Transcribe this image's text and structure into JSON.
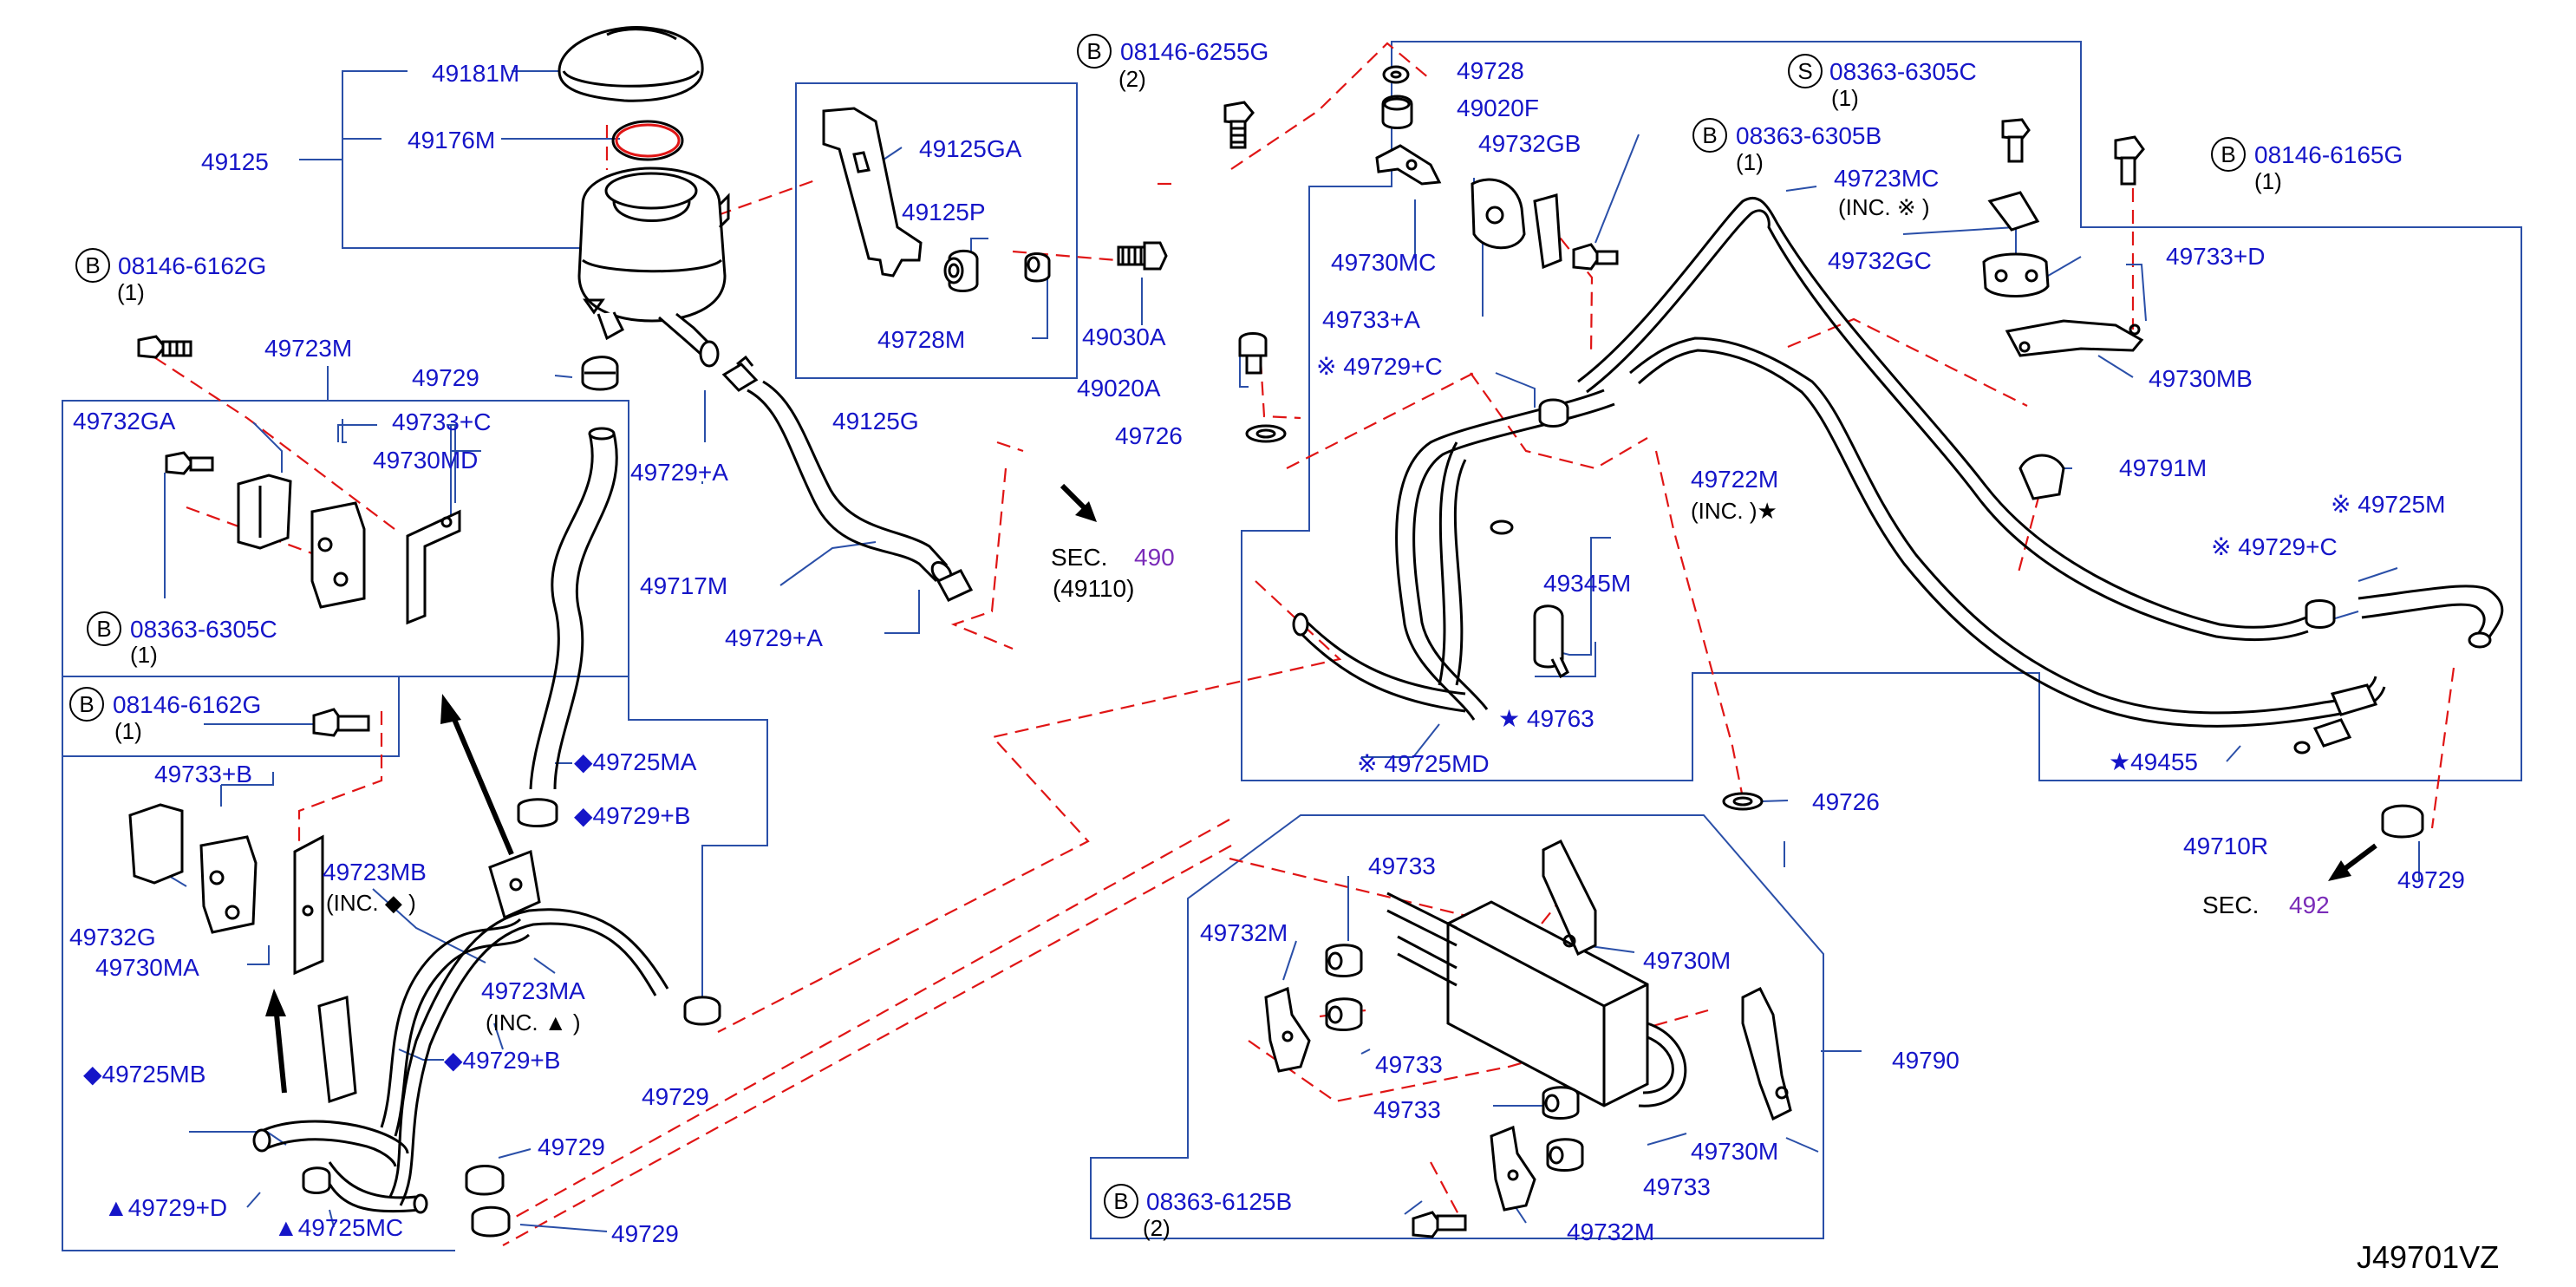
{
  "diagram_code": "J49701VZ",
  "symbols": {
    "bolt_marker": "B",
    "screw_marker": "S",
    "diamond": "◆",
    "triangle": "▲",
    "star": "★",
    "note_mark": "※"
  },
  "colors": {
    "label": "#1515c8",
    "guide_box": "#2a4fa8",
    "dash_line": "#e01515",
    "section_number": "#7a2bb8"
  },
  "labels": {
    "p49181M": "49181M",
    "p49176M": "49176M",
    "p49125": "49125",
    "p49125GA": "49125GA",
    "p49125P": "49125P",
    "p49728M": "49728M",
    "p49030A": "49030A",
    "p49125G": "49125G",
    "p49020A": "49020A",
    "p49726_top": "49726",
    "p49729_res": "49729",
    "p49723M": "49723M",
    "p49732GA": "49732GA",
    "p49733C": "49733+C",
    "p49730MD": "49730MD",
    "p49729A_top": "49729+A",
    "p49717M": "49717M",
    "p49729A_bot": "49729+A",
    "p49733B": "49733+B",
    "p49723MB": "49723MB",
    "p49723MB_inc": "(INC.  ◆  )",
    "p49732G": "49732G",
    "p49730MA": "49730MA",
    "p49725MA": "◆49725MA",
    "p49729B_top": "◆49729+B",
    "p49723MA": "49723MA",
    "p49723MA_inc": "(INC.   ▲   )",
    "p49729B_bot": "◆49729+B",
    "p49725MB": "◆49725MB",
    "p49729D": "▲49729+D",
    "p49725MC": "▲49725MC",
    "p49729_c1": "49729",
    "p49729_c2": "49729",
    "p49729_c3": "49729",
    "p49728": "49728",
    "p49020F": "49020F",
    "p49732GB": "49732GB",
    "p49730MC": "49730MC",
    "p49733A": "49733+A",
    "p49729C_left": "※ 49729+C",
    "p49723MC": "49723MC",
    "p49723MC_inc": "(INC.  ※ )",
    "p49732GC": "49732GC",
    "p49733D": "49733+D",
    "p49730MB": "49730MB",
    "p49722M": "49722M",
    "p49722M_inc": "(INC.        )★",
    "p49791M": "49791M",
    "p49725M": "※ 49725M",
    "p49729C_right": "※ 49729+C",
    "p49345M": "49345M",
    "p49763": "★ 49763",
    "p49725MD": "※  49725MD",
    "p49455": "★49455",
    "p49726_mid": "49726",
    "p49710R": "49710R",
    "p49729_right": "49729",
    "p49733_a": "49733",
    "p49732M_top": "49732M",
    "p49730M_top": "49730M",
    "p49733_b": "49733",
    "p49790": "49790",
    "p49733_c": "49733",
    "p49730M_bot": "49730M",
    "p49733_d": "49733",
    "p49732M_bot": "49732M"
  },
  "fasteners": [
    {
      "marker": "B",
      "number": "08146-6255G",
      "qty": "(2)"
    },
    {
      "marker": "B",
      "number": "08146-6162G",
      "qty": "(1)"
    },
    {
      "marker": "B",
      "number": "08363-6305C",
      "qty": "(1)"
    },
    {
      "marker": "B",
      "number": "08146-6162G",
      "qty": "(1)"
    },
    {
      "marker": "S",
      "number": "08363-6305C",
      "qty": "(1)"
    },
    {
      "marker": "B",
      "number": "08363-6305B",
      "qty": "(1)"
    },
    {
      "marker": "B",
      "number": "08146-6165G",
      "qty": "(1)"
    },
    {
      "marker": "B",
      "number": "08363-6125B",
      "qty": "(2)"
    }
  ],
  "sections": [
    {
      "prefix": "SEC.",
      "number": "490",
      "sub": "(49110)"
    },
    {
      "prefix": "SEC.",
      "number": "492",
      "sub": ""
    }
  ]
}
